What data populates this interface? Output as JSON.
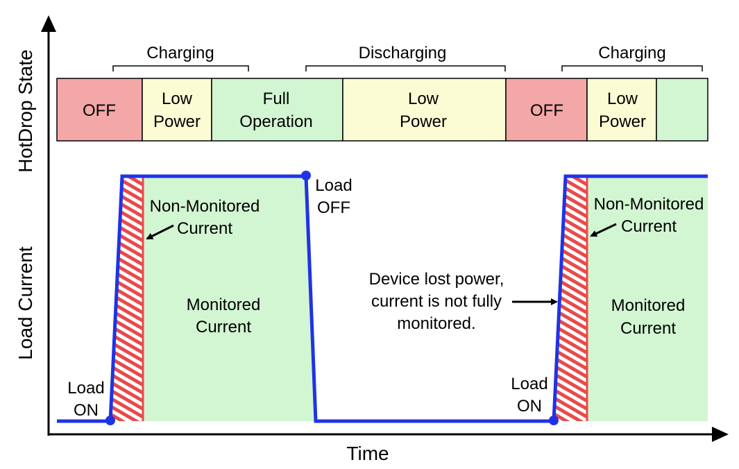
{
  "axes": {
    "x_label": "Time",
    "y_label_top": "HotDrop State",
    "y_label_bottom": "Load Current"
  },
  "phases": {
    "charging_1": "Charging",
    "discharging": "Discharging",
    "charging_2": "Charging"
  },
  "states": [
    {
      "label": "OFF",
      "color": "#f4a7a7"
    },
    {
      "label_1": "Low",
      "label_2": "Power",
      "color": "#fbfbd4"
    },
    {
      "label_1": "Full",
      "label_2": "Operation",
      "color": "#d2f5d2"
    },
    {
      "label_1": "Low",
      "label_2": "Power",
      "color": "#fbfbd4"
    },
    {
      "label": "OFF",
      "color": "#f4a7a7"
    },
    {
      "label_1": "Low",
      "label_2": "Power",
      "color": "#fbfbd4"
    },
    {
      "label": "",
      "color": "#d2f5d2"
    }
  ],
  "annotations": {
    "load_on_1": {
      "line_1": "Load",
      "line_2": "ON"
    },
    "load_off": {
      "line_1": "Load",
      "line_2": "OFF"
    },
    "load_on_2": {
      "line_1": "Load",
      "line_2": "ON"
    },
    "non_monitored_1": {
      "line_1": "Non-Monitored",
      "line_2": "Current"
    },
    "non_monitored_2": {
      "line_1": "Non-Monitored",
      "line_2": "Current"
    },
    "monitored_1": {
      "line_1": "Monitored",
      "line_2": "Current"
    },
    "monitored_2": {
      "line_1": "Monitored",
      "line_2": "Current"
    },
    "device_lost": {
      "line_1": "Device lost power,",
      "line_2": "current is not fully",
      "line_3": "monitored."
    }
  },
  "colors": {
    "current_line": "#1f33e6",
    "hatch_red": "#e84a4a",
    "monitored_fill": "#d2f5d2",
    "off_fill": "#f4a7a7",
    "low_power_fill": "#fbfbd4"
  }
}
